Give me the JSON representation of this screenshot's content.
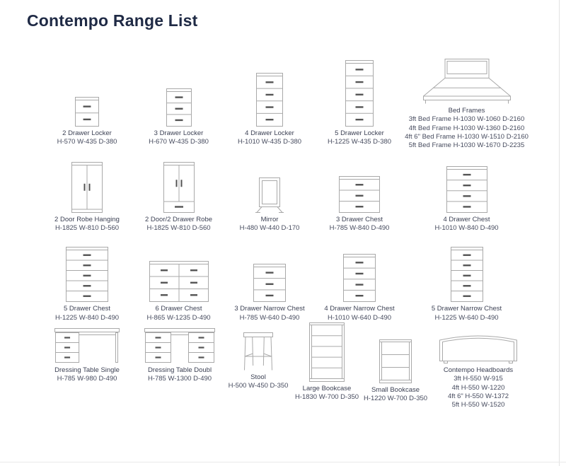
{
  "page": {
    "title": "Contempo Range List"
  },
  "items": {
    "locker2": {
      "label": "2 Drawer Locker",
      "dims": "H-570 W-435 D-380"
    },
    "locker3": {
      "label": "3 Drawer Locker",
      "dims": "H-670 W-435 D-380"
    },
    "locker4": {
      "label": "4 Drawer Locker",
      "dims": "H-1010 W-435 D-380"
    },
    "locker5": {
      "label": "5 Drawer Locker",
      "dims": "H-1225 W-435 D-380"
    },
    "bedframes": {
      "label": "Bed Frames",
      "lines": [
        "3ft Bed Frame H-1030 W-1060 D-2160",
        "4ft Bed Frame H-1030 W-1360 D-2160",
        "4ft 6\" Bed Frame H-1030 W-1510 D-2160",
        "5ft Bed Frame H-1030 W-1670 D-2235"
      ]
    },
    "robeHanging": {
      "label": "2 Door Robe Hanging",
      "dims": "H-1825 W-810 D-560"
    },
    "robeDrawer": {
      "label": "2 Door/2 Drawer Robe",
      "dims": "H-1825 W-810 D-560"
    },
    "mirror": {
      "label": "Mirror",
      "dims": "H-480 W-440 D-170"
    },
    "chest3": {
      "label": "3 Drawer Chest",
      "dims": "H-785 W-840 D-490"
    },
    "chest4": {
      "label": "4 Drawer Chest",
      "dims": "H-1010 W-840 D-490"
    },
    "chest5": {
      "label": "5 Drawer Chest",
      "dims": "H-1225 W-840 D-490"
    },
    "chest6": {
      "label": "6 Drawer Chest",
      "dims": "H-865 W-1235 D-490"
    },
    "narrow3": {
      "label": "3 Drawer Narrow Chest",
      "dims": "H-785 W-640 D-490"
    },
    "narrow4": {
      "label": "4 Drawer Narrow Chest",
      "dims": "H-1010 W-640 D-490"
    },
    "narrow5": {
      "label": "5 Drawer Narrow Chest",
      "dims": "H-1225 W-640 D-490"
    },
    "dressingSingle": {
      "label": "Dressing Table Single",
      "dims": "H-785 W-980 D-490"
    },
    "dressingDouble": {
      "label": "Dressing Table Doubl",
      "dims": "H-785 W-1300 D-490"
    },
    "stool": {
      "label": "Stool",
      "dims": "H-500 W-450 D-350"
    },
    "bookcaseLarge": {
      "label": "Large Bookcase",
      "dims": "H-1830 W-700 D-350"
    },
    "bookcaseSmall": {
      "label": "Small Bookcase",
      "dims": "H-1220 W-700 D-350"
    },
    "headboards": {
      "label": "Contempo Headboards",
      "lines": [
        "3ft H-550 W-915",
        "4ft H-550 W-1220",
        "4ft 6\" H-550 W-1372",
        "5ft H-550 W-1520"
      ]
    }
  }
}
